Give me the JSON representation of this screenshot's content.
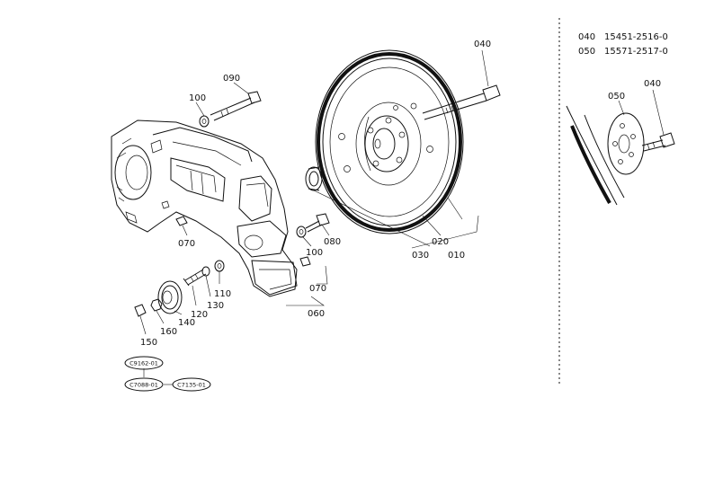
{
  "parts_table": [
    {
      "ref": "040",
      "part_no": "15451-2516-0"
    },
    {
      "ref": "050",
      "part_no": "15571-2517-0"
    }
  ],
  "callouts": {
    "c040": "040",
    "c090": "090",
    "c100a": "100",
    "c020": "020",
    "c030": "030",
    "c010": "010",
    "c080": "080",
    "c100b": "100",
    "c070a": "070",
    "c070b": "070",
    "c060": "060",
    "c110": "110",
    "c130": "130",
    "c120": "120",
    "c140": "140",
    "c160": "160",
    "c150": "150",
    "d050": "050",
    "d040": "040"
  },
  "ref_codes": {
    "top": "C9162-01",
    "bottom_left": "C7088-01",
    "bottom_right": "C7135-01"
  }
}
